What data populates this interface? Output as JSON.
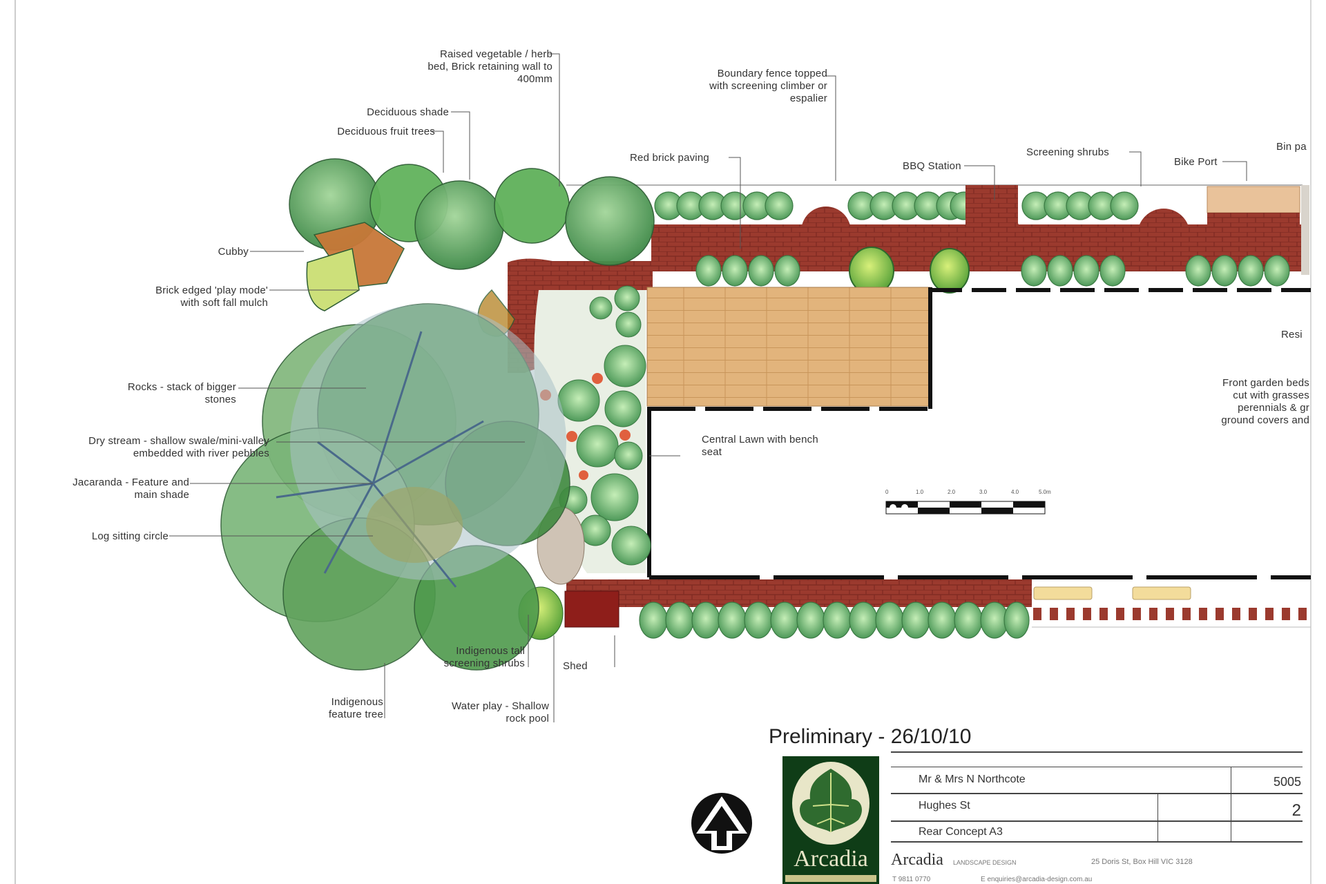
{
  "drawing": {
    "status_title": "Preliminary - 26/10/10",
    "type": "Landscape garden plan (rear concept)"
  },
  "labels": {
    "raised_bed": "Raised vegetable / herb\nbed, Brick retaining wall to\n400mm",
    "deciduous_shade": "Deciduous shade",
    "deciduous_fruit": "Deciduous fruit trees",
    "boundary_fence": "Boundary fence topped\nwith screening climber or\nespalier",
    "red_brick_paving": "Red brick paving",
    "bbq_station": "BBQ Station",
    "screening_shrubs": "Screening shrubs",
    "bike_port": "Bike Port",
    "bin_pad": "Bin pa",
    "cubby": "Cubby",
    "play_mode": "Brick edged 'play mode'\nwith soft fall mulch",
    "rocks": "Rocks - stack of bigger\nstones",
    "dry_stream": "Dry stream - shallow swale/mini-valley\nembedded with river pebbles",
    "jacaranda": "Jacaranda - Feature and\nmain shade",
    "log_circle": "Log sitting circle",
    "central_lawn": "Central Lawn with bench\nseat",
    "residence": "Resi",
    "front_garden": "Front garden beds\ncut with grasses\nperennials & gr\nground covers and",
    "indigenous_tall": "Indigenous tall\nscreening shrubs",
    "shed": "Shed",
    "indigenous_tree": "Indigenous\nfeature tree",
    "water_play": "Water play - Shallow\nrock pool"
  },
  "scale_bar": {
    "ticks": [
      "0",
      "1.0",
      "2.0",
      "3.0",
      "4.0",
      "5.0m"
    ]
  },
  "title_block": {
    "client": "Mr & Mrs N Northcote",
    "address_line": "Hughes St",
    "drawing_title": "Rear Concept A3",
    "job_number": "5005",
    "sheet_number": "2",
    "company": "Arcadia",
    "company_tagline": "LANDSCAPE DESIGN",
    "company_address": "25 Doris St, Box Hill VIC 3128",
    "phone": "T 9811 0770",
    "email": "E enquiries@arcadia-design.com.au",
    "logo_text": "Arcadia"
  },
  "colors": {
    "brick": "#9b3a2e",
    "brick_dark": "#7d2a22",
    "deck": "#e2b47c",
    "shrub": "#8fcf8a",
    "tree": "#5ea05a",
    "canopy_overlay": "#9bb9b0",
    "logo_bg": "#0f3d17"
  }
}
